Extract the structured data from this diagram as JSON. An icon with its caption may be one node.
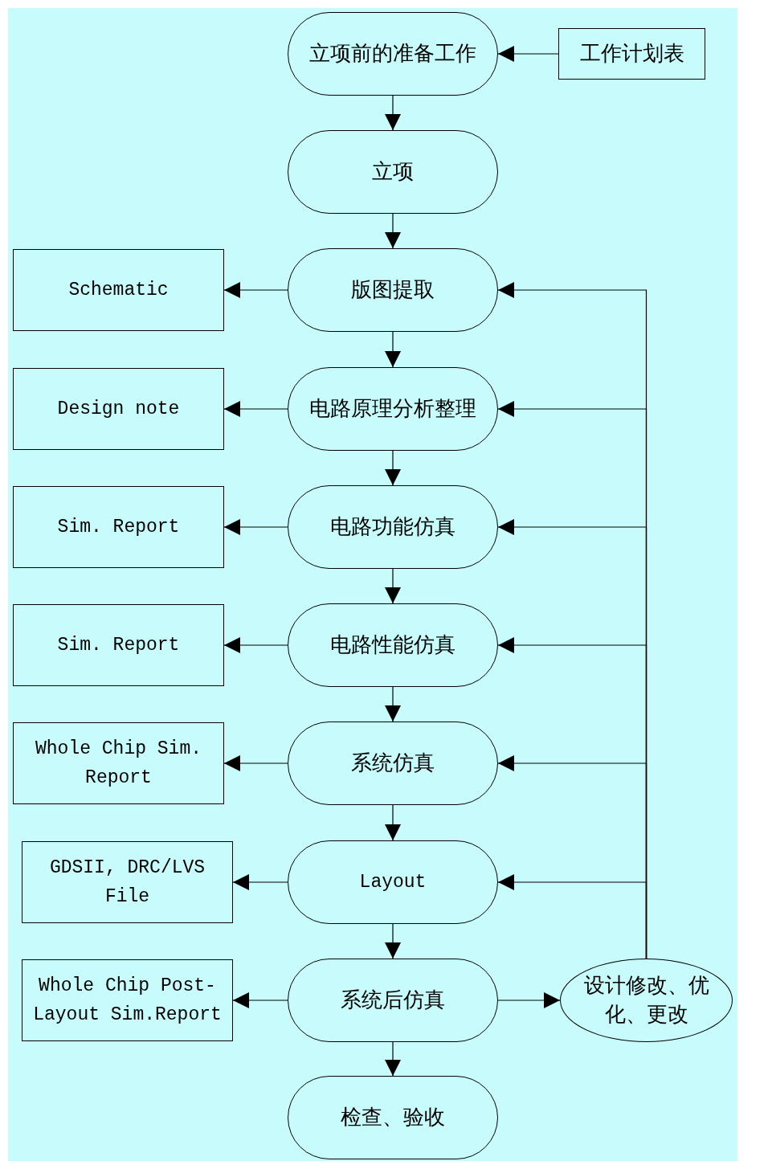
{
  "diagram": {
    "nodes": [
      {
        "text": [
          "立项前的准备工作"
        ]
      },
      {
        "text": [
          "工作计划表"
        ]
      },
      {
        "text": [
          "立项"
        ]
      },
      {
        "text": [
          "版图提取"
        ]
      },
      {
        "text": [
          "Schematic"
        ]
      },
      {
        "text": [
          "电路原理分析整理"
        ]
      },
      {
        "text": [
          "Design note"
        ]
      },
      {
        "text": [
          "电路功能仿真"
        ]
      },
      {
        "text": [
          "Sim. Report"
        ]
      },
      {
        "text": [
          "电路性能仿真"
        ]
      },
      {
        "text": [
          "Sim. Report"
        ]
      },
      {
        "text": [
          "系统仿真"
        ]
      },
      {
        "text": [
          "Whole Chip Sim. Report"
        ]
      },
      {
        "text": [
          "Layout"
        ]
      },
      {
        "text": [
          "GDSII, DRC/LVS File"
        ]
      },
      {
        "text": [
          "系统后仿真"
        ]
      },
      {
        "text": [
          "Whole Chip Post-Layout Sim.Report"
        ]
      },
      {
        "text": [
          "设计修改、优化、更改"
        ]
      },
      {
        "text": [
          "检查、验收"
        ]
      }
    ],
    "edges": [
      {
        "from": 1,
        "to": 0,
        "arrow": "to"
      },
      {
        "from": 0,
        "to": 2,
        "arrow": "to"
      },
      {
        "from": 2,
        "to": 3,
        "arrow": "to"
      },
      {
        "from": 3,
        "to": 4,
        "arrow": "to"
      },
      {
        "from": 3,
        "to": 5,
        "arrow": "to"
      },
      {
        "from": 5,
        "to": 6,
        "arrow": "to"
      },
      {
        "from": 5,
        "to": 7,
        "arrow": "to"
      },
      {
        "from": 7,
        "to": 8,
        "arrow": "to"
      },
      {
        "from": 7,
        "to": 9,
        "arrow": "to"
      },
      {
        "from": 9,
        "to": 10,
        "arrow": "to"
      },
      {
        "from": 9,
        "to": 11,
        "arrow": "to"
      },
      {
        "from": 11,
        "to": 12,
        "arrow": "to"
      },
      {
        "from": 11,
        "to": 13,
        "arrow": "to"
      },
      {
        "from": 13,
        "to": 14,
        "arrow": "to"
      },
      {
        "from": 13,
        "to": 15,
        "arrow": "to"
      },
      {
        "from": 15,
        "to": 16,
        "arrow": "to"
      },
      {
        "from": 15,
        "to": 17,
        "arrow": "to"
      },
      {
        "from": 15,
        "to": 18,
        "arrow": "to"
      },
      {
        "from": 17,
        "to": 3,
        "arrow": "to"
      },
      {
        "from": 17,
        "to": 5,
        "arrow": "to"
      },
      {
        "from": 17,
        "to": 7,
        "arrow": "to"
      },
      {
        "from": 17,
        "to": 9,
        "arrow": "to"
      },
      {
        "from": 17,
        "to": 11,
        "arrow": "to"
      },
      {
        "from": 17,
        "to": 13,
        "arrow": "to"
      }
    ]
  }
}
